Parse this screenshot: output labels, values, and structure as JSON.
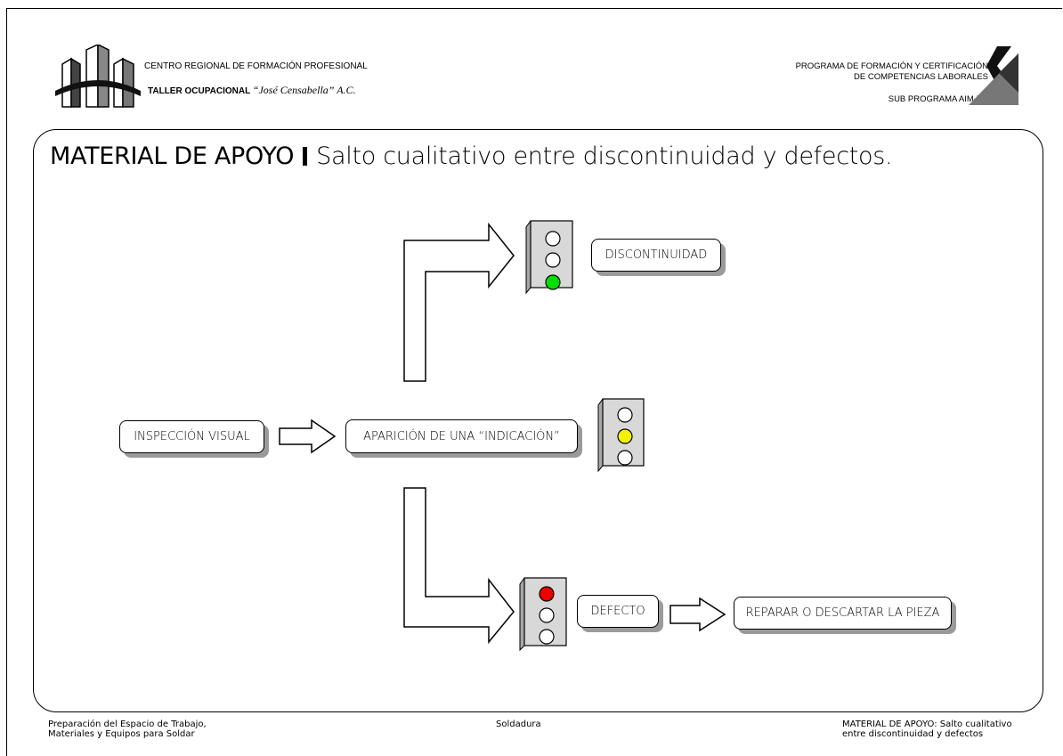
{
  "header": {
    "org_line1": "CENTRO REGIONAL DE FORMACIÓN PROFESIONAL",
    "org_line2_bold": "TALLER OCUPACIONAL",
    "org_line2_italic": "“José Censabella” A.C.",
    "program_line1": "PROGRAMA DE FORMACIÓN Y CERTIFICACIÓN",
    "program_line2": "DE COMPETENCIAS LABORALES",
    "program_line3": "SUB PROGRAMA AIM-TO"
  },
  "title": {
    "prefix": "MATERIAL DE APOYO",
    "text": "Salto cualitativo entre discontinuidad y defectos."
  },
  "diagram": {
    "inspeccion": "INSPECCIÓN VISUAL",
    "aparicion": "APARICIÓN DE UNA “INDICACIÓN”",
    "discontinuidad": "DISCONTINUIDAD",
    "defecto": "DEFECTO",
    "reparar": "REPARAR O DESCARTAR LA PIEZA",
    "light_colors": {
      "green": "#00e000",
      "yellow": "#f2f200",
      "red": "#ee0000",
      "off": "#ffffff"
    }
  },
  "footer": {
    "left_line1": "Preparación del Espacio de Trabajo,",
    "left_line2": "Materiales y Equipos para Soldar",
    "center": "Soldadura",
    "right_line1": "MATERIAL DE APOYO: Salto cualitativo",
    "right_line2": "entre discontinuidad y defectos"
  }
}
